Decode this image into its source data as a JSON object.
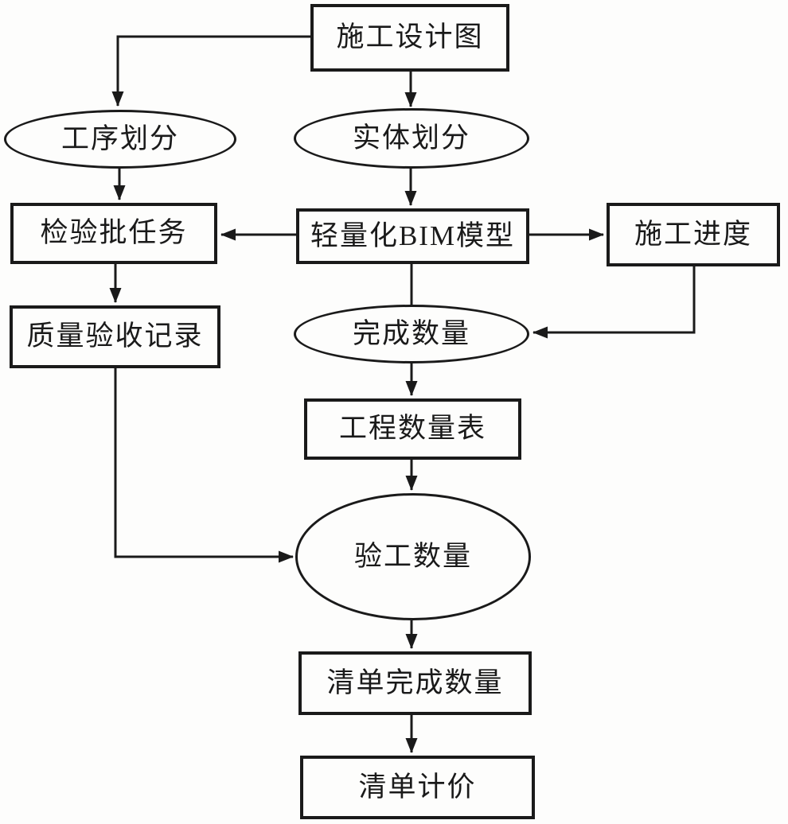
{
  "diagram": {
    "type": "flowchart",
    "language": "zh-CN",
    "colors": {
      "stroke": "#1a1a1a",
      "node_fill": "#fdfdfc",
      "text": "#1a1a1a",
      "background": "#fdfdfc"
    },
    "nodes": {
      "design_drawing": {
        "label": "施工设计图",
        "shape": "rect"
      },
      "process_division": {
        "label": "工序划分",
        "shape": "ellipse"
      },
      "entity_division": {
        "label": "实体划分",
        "shape": "ellipse"
      },
      "inspection_batch_task": {
        "label": "检验批任务",
        "shape": "rect"
      },
      "lightweight_bim_model": {
        "label": "轻量化BIM模型",
        "shape": "rect"
      },
      "construction_progress": {
        "label": "施工进度",
        "shape": "rect"
      },
      "quality_acceptance_record": {
        "label": "质量验收记录",
        "shape": "rect"
      },
      "completed_quantity": {
        "label": "完成数量",
        "shape": "ellipse"
      },
      "engineering_quantity_table": {
        "label": "工程数量表",
        "shape": "rect"
      },
      "acceptance_work_quantity": {
        "label": "验工数量",
        "shape": "ellipse"
      },
      "list_completed_quantity": {
        "label": "清单完成数量",
        "shape": "rect"
      },
      "list_pricing": {
        "label": "清单计价",
        "shape": "rect"
      }
    },
    "edges": [
      {
        "from": "design_drawing",
        "to": "process_division",
        "arrow": true
      },
      {
        "from": "design_drawing",
        "to": "entity_division",
        "arrow": true
      },
      {
        "from": "process_division",
        "to": "inspection_batch_task",
        "arrow": true
      },
      {
        "from": "entity_division",
        "to": "lightweight_bim_model",
        "arrow": true
      },
      {
        "from": "lightweight_bim_model",
        "to": "inspection_batch_task",
        "arrow": true
      },
      {
        "from": "lightweight_bim_model",
        "to": "construction_progress",
        "arrow": true
      },
      {
        "from": "inspection_batch_task",
        "to": "quality_acceptance_record",
        "arrow": true
      },
      {
        "from": "lightweight_bim_model",
        "to": "completed_quantity",
        "arrow": false
      },
      {
        "from": "construction_progress",
        "to": "completed_quantity",
        "arrow": true
      },
      {
        "from": "completed_quantity",
        "to": "engineering_quantity_table",
        "arrow": true
      },
      {
        "from": "engineering_quantity_table",
        "to": "acceptance_work_quantity",
        "arrow": true
      },
      {
        "from": "quality_acceptance_record",
        "to": "acceptance_work_quantity",
        "arrow": true
      },
      {
        "from": "acceptance_work_quantity",
        "to": "list_completed_quantity",
        "arrow": true
      },
      {
        "from": "list_completed_quantity",
        "to": "list_pricing",
        "arrow": true
      }
    ]
  }
}
